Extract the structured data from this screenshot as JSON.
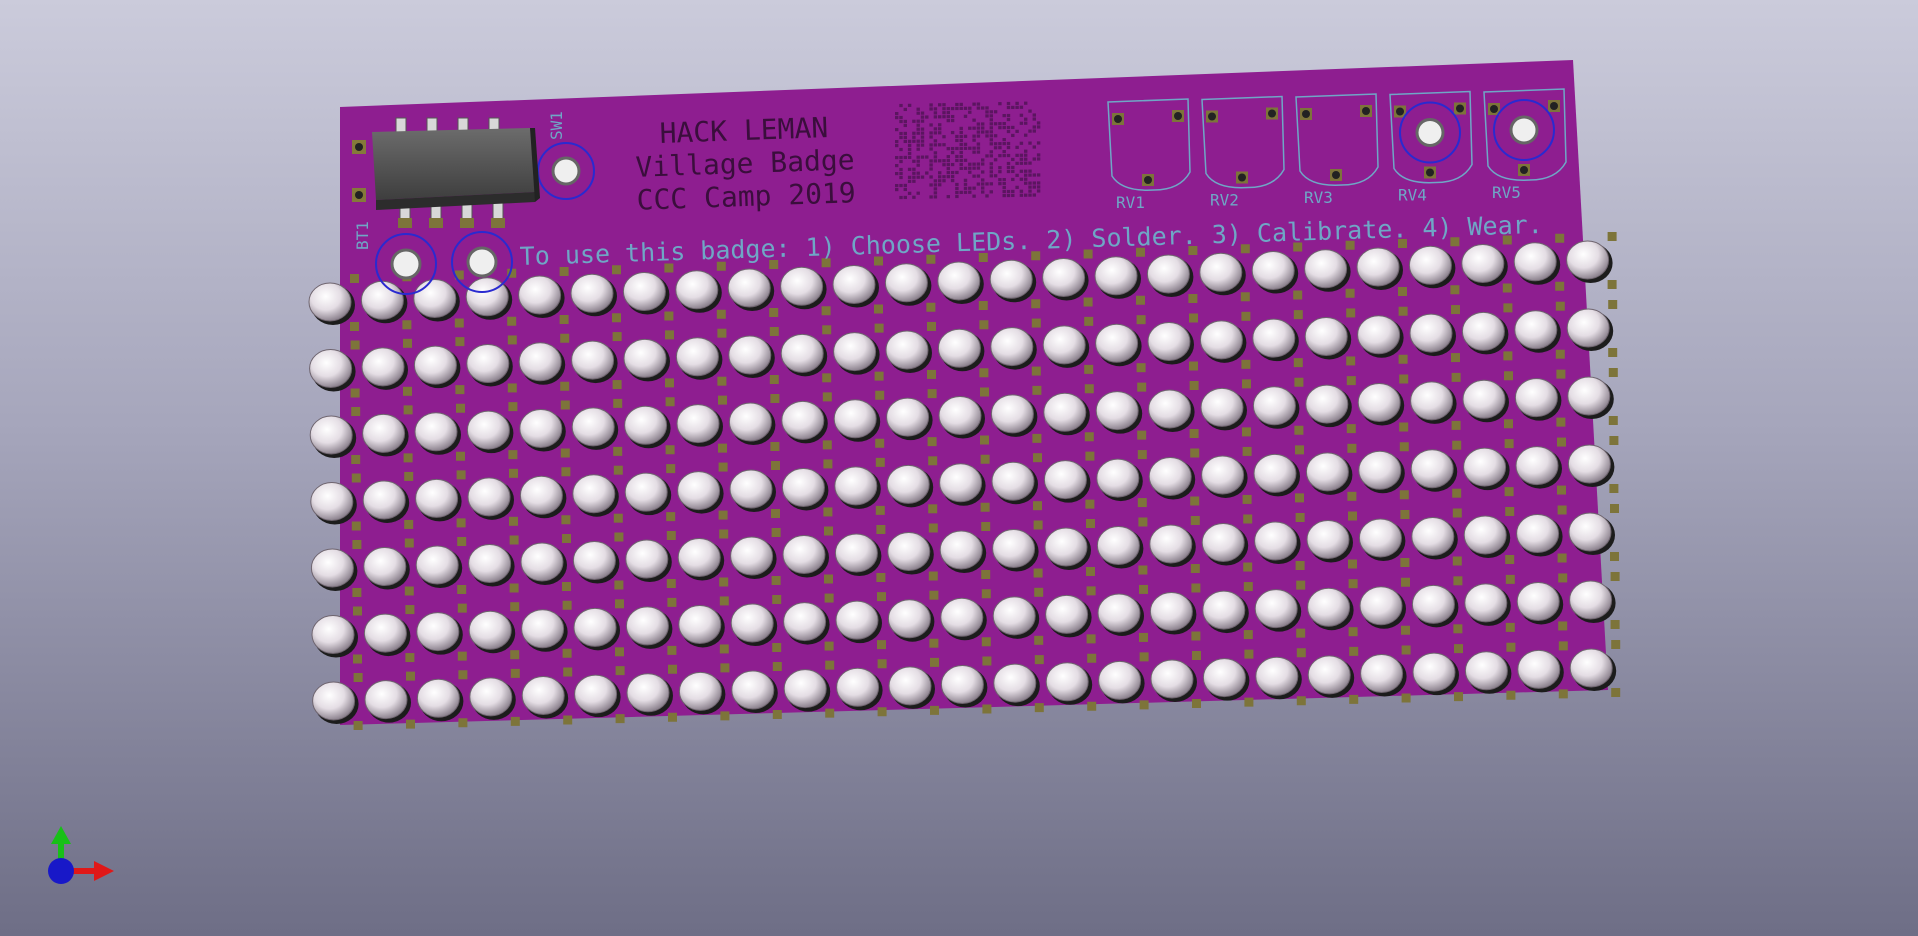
{
  "viewer": {
    "background_top": "#cbcbdb",
    "background_bottom": "#6e6e86"
  },
  "board": {
    "soldermask_color": "#8e1e90",
    "silkscreen_color": "#6fa7c6",
    "title_lines": [
      "HACK LEMAN",
      "Village Badge",
      "CCC Camp 2019"
    ],
    "instructions": "To use this badge: 1) Choose LEDs. 2) Solder. 3) Calibrate. 4) Wear.",
    "references": {
      "battery": "BT1",
      "switch": "SW1",
      "trimmers": [
        "RV1",
        "RV2",
        "RV3",
        "RV4",
        "RV5"
      ]
    },
    "led_matrix": {
      "rows": 7,
      "columns": 25
    }
  },
  "axes_gizmo": {
    "x_color": "#e01818",
    "y_color": "#18c018",
    "z_color": "#1818c8"
  }
}
